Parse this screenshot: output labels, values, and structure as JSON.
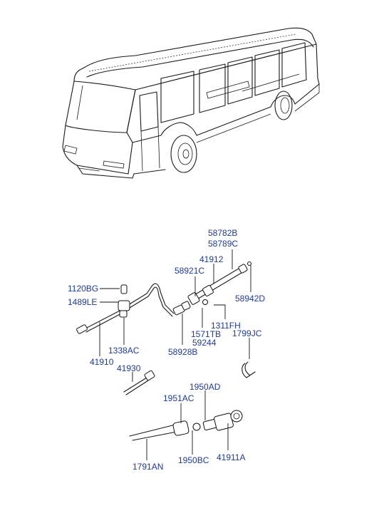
{
  "labels": {
    "l58782B": "58782B",
    "l58789C": "58789C",
    "l41912": "41912",
    "l58921C": "58921C",
    "l58942D": "58942D",
    "l1120BG": "1120BG",
    "l1489LE": "1489LE",
    "l1311FH": "1311FH",
    "l1571TB": "1571TB",
    "l59244": "59244",
    "l1799JC": "1799JC",
    "l1338AC": "1338AC",
    "l58928B": "58928B",
    "l41910": "41910",
    "l41930": "41930",
    "l1950AD": "1950AD",
    "l1951AC": "1951AC",
    "l1950BC": "1950BC",
    "l41911A": "41911A",
    "l1791AN": "1791AN"
  }
}
